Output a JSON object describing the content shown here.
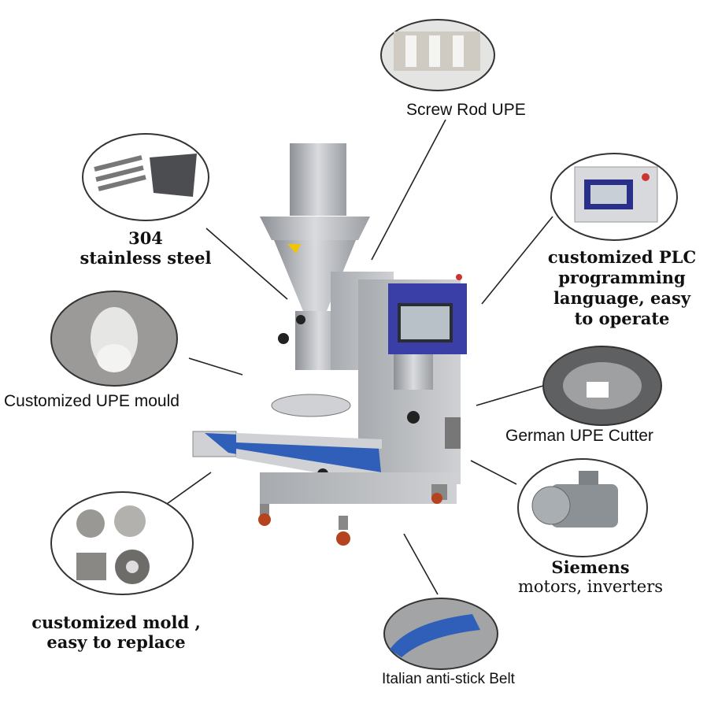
{
  "features": {
    "screw_rod": {
      "label": "Screw Rod UPE"
    },
    "steel": {
      "line1": "304",
      "line2": "stainless steel"
    },
    "plc": {
      "line1": "customized PLC",
      "line2": "programming",
      "line3": "language, easy",
      "line4": "to operate"
    },
    "mould": {
      "label": "Customized UPE mould"
    },
    "cutter": {
      "label": "German UPE Cutter"
    },
    "motor": {
      "line1": "Siemens",
      "line2": "motors, inverters"
    },
    "mold": {
      "line1": "customized mold ,",
      "line2": "easy to replace"
    },
    "belt": {
      "label": "Italian anti-stick Belt"
    }
  },
  "colors": {
    "belt_blue": "#2f5fb8",
    "panel_blue": "#3a3fa8",
    "steel": "#b9bcc0",
    "caster": "#b5431f"
  }
}
